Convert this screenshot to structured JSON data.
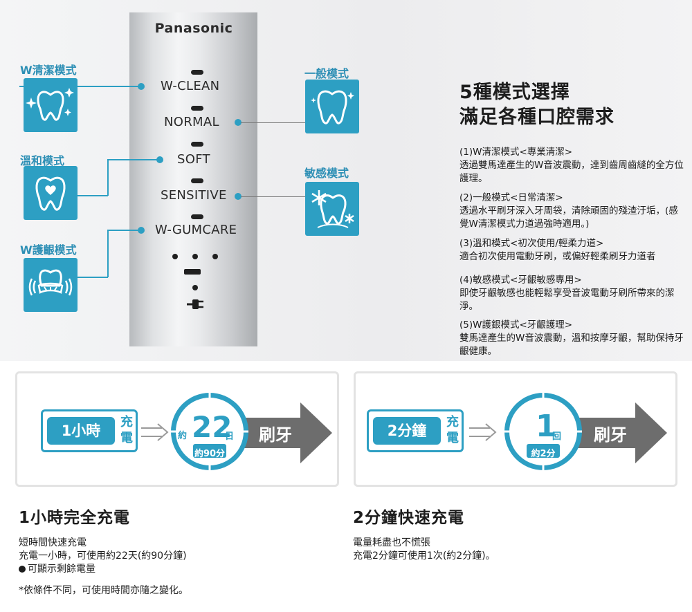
{
  "brand": "Panasonic",
  "modes": [
    "W-CLEAN",
    "NORMAL",
    "SOFT",
    "SENSITIVE",
    "W-GUMCARE"
  ],
  "left_labels": {
    "wclean": "W清潔模式",
    "soft": "溫和模式",
    "gum": "W護齦模式"
  },
  "right_labels": {
    "normal": "一般模式",
    "sensitive": "敏感模式"
  },
  "heading": {
    "line1": "5種模式選擇",
    "line2": "滿足各種口腔需求"
  },
  "descriptions": [
    {
      "title": "(1)W清潔模式<專業清潔>",
      "body": "透過雙馬達產生的W音波震動，達到齒周齒縫的全方位護理。"
    },
    {
      "title": "(2)一般模式<日常清潔>",
      "body": "透過水平刷牙深入牙周袋，清除頑固的殘渣汙垢，(感覺W清潔模式力道過強時適用。)"
    },
    {
      "title": "(3)溫和模式<初次使用/輕柔力道>",
      "body": "適合初次使用電動牙刷，或偏好輕柔刷牙力道者"
    },
    {
      "title": "(4)敏感模式<牙齦敏感專用>",
      "body": "即使牙齦敏感也能輕鬆享受音波電動牙刷所帶來的潔淨。"
    },
    {
      "title": "(5)W護銀模式<牙齦護理>",
      "body": "雙馬達產生的W音波震動，溫和按摩牙齦，幫助保持牙齦健康。"
    }
  ],
  "panel1": {
    "charge_time": "1小時",
    "charge_label": "充電",
    "clock_prefix": "約",
    "clock_number": "22",
    "clock_unit": "日",
    "clock_star": "*",
    "clock_sub": "約90分",
    "brush": "刷牙",
    "heading": "1小時完全充電",
    "lines": [
      "短時間快速充電",
      "充電一小時，可使用約22天(約90分鐘)",
      "可顯示剩餘電量"
    ],
    "note": "*依條件不同，可使用時間亦隨之變化。"
  },
  "panel2": {
    "charge_time": "2分鐘",
    "charge_label": "充電",
    "clock_number": "1",
    "clock_unit": "回",
    "clock_sub": "約2分",
    "brush": "刷牙",
    "heading": "2分鐘快速充電",
    "lines": [
      "電量耗盡也不慌張",
      "充電2分鐘可使用1次(約2分鐘)。"
    ]
  },
  "colors": {
    "accent": "#2d9fc3",
    "arrow": "#6d6d6d",
    "text": "#1d1d1d"
  },
  "icons": [
    "sparkle-tooth-icon",
    "tooth-icon",
    "heart-tooth-icon",
    "snowflake-tooth-icon",
    "gum-massage-tooth-icon",
    "battery-level-icon",
    "power-plug-icon",
    "arrow-right-icon",
    "clock-icon"
  ]
}
